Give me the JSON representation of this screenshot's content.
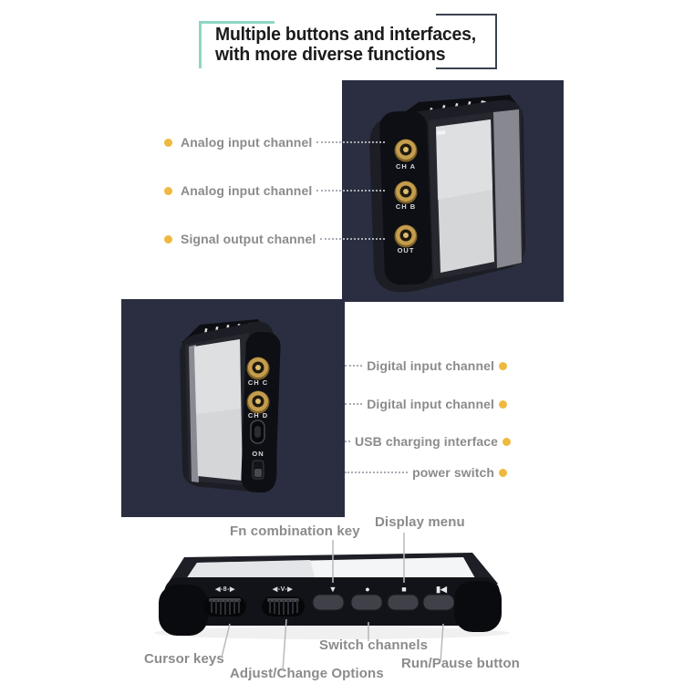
{
  "title": {
    "line1": "Multiple buttons and interfaces,",
    "line2": "with more diverse functions"
  },
  "colors": {
    "accent_teal": "#8fd6c5",
    "photo_background": "#2a2e40",
    "callout_text_gray": "#8b8b8d",
    "bullet_yellow": "#efb83f",
    "connector_gold": "#c49d4d",
    "title_text": "#1b1b1d"
  },
  "top_labels": [
    {
      "text": "Analog input channel"
    },
    {
      "text": "Analog input channel"
    },
    {
      "text": "Signal output channel"
    }
  ],
  "middle_labels": [
    {
      "text": "Digital input channel"
    },
    {
      "text": "Digital input channel"
    },
    {
      "text": "USB charging interface"
    },
    {
      "text": "power switch"
    }
  ],
  "top_device": {
    "ports": [
      "CH A",
      "CH B",
      "OUT"
    ]
  },
  "middle_device": {
    "ports": [
      "CH C",
      "CH D"
    ],
    "power_label": "ON"
  },
  "bottom_device": {
    "wheel_marks": [
      "◀-8-▶",
      "◀-V-▶"
    ],
    "button_glyphs": [
      "▼",
      "●",
      "■",
      "▮◀"
    ]
  },
  "bottom_labels": {
    "fn": "Fn combination key",
    "display_menu": "Display menu",
    "cursor_keys": "Cursor keys",
    "adjust": "Adjust/Change Options",
    "switch_channels": "Switch channels",
    "run_pause": "Run/Pause button"
  }
}
